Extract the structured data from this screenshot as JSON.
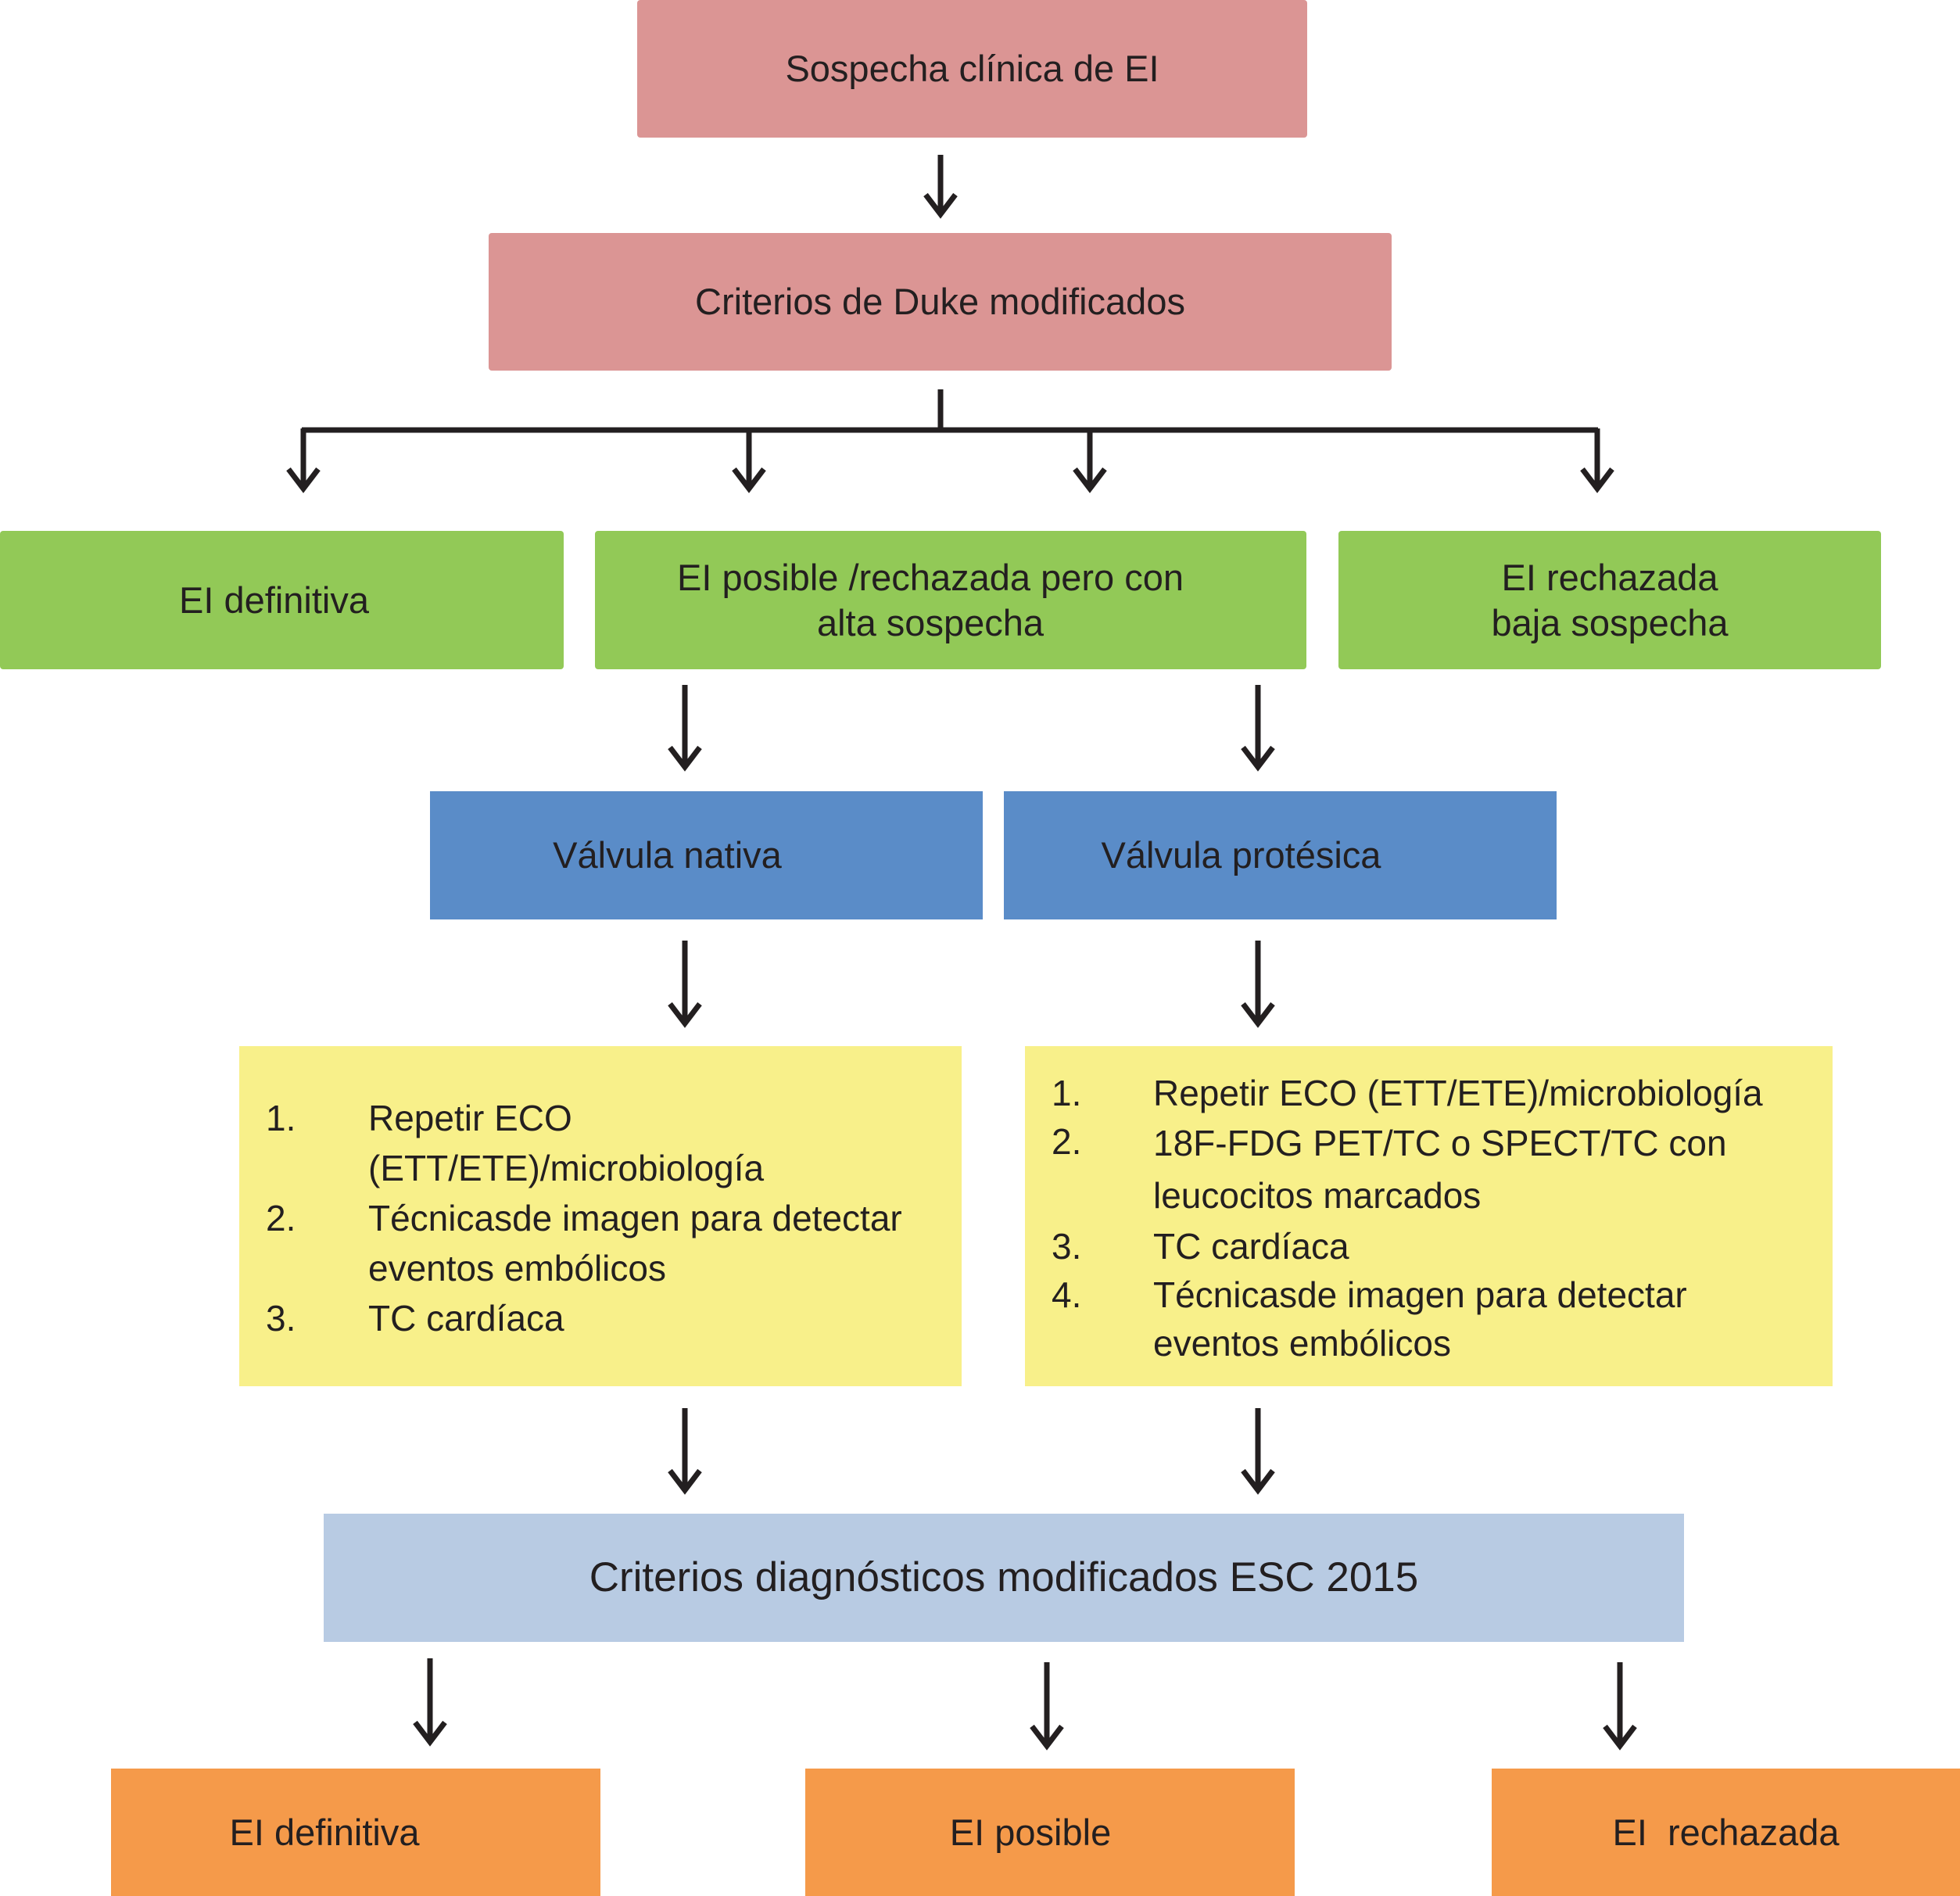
{
  "nodes": {
    "sospecha": "Sospecha clínica de EI",
    "duke": "Criterios de Duke modificados",
    "definitiva": "EI definitiva",
    "posible_alta": "EI posible /rechazada pero con\nalta sospecha",
    "rechazada_baja": "EI rechazada\nbaja sospecha",
    "valvula_nativa": "Válvula nativa",
    "valvula_protesica": "Válvula protésica",
    "esc": "Criterios diagnósticos modificados ESC 2015",
    "out_definitiva": "EI definitiva",
    "out_posible": "EI posible",
    "out_rechazada": "EI  rechazada"
  },
  "nativa_steps": [
    {
      "num": "1.",
      "text": "Repetir ECO\n(ETT/ETE)/microbiología"
    },
    {
      "num": "2.",
      "text": "Técnicasde imagen para detectar\neventos embólicos"
    },
    {
      "num": "3.",
      "text": "TC cardíaca"
    }
  ],
  "protesica_steps": [
    {
      "num": "1.",
      "text": "Repetir ECO (ETT/ETE)/microbiología"
    },
    {
      "num": "2.",
      "text": "18F-FDG PET/TC o SPECT/TC con\nleucocitos marcados"
    },
    {
      "num": "3.",
      "text": "TC cardíaca"
    },
    {
      "num": "4.",
      "text": "Técnicasde imagen para detectar\neventos embólicos"
    }
  ],
  "colors": {
    "stage_suspicion": "#db9594",
    "stage_duke": "#92c957",
    "stage_valve": "#5a8cc8",
    "stage_tests": "#f8f08a",
    "stage_esc": "#b8cbe3",
    "stage_outcome": "#f59a4a"
  }
}
